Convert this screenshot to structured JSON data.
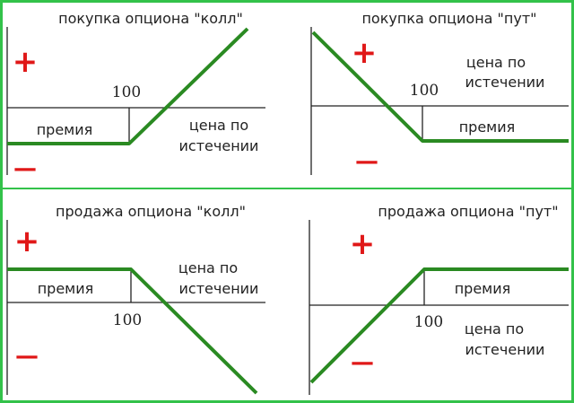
{
  "colors": {
    "frame": "#33c24a",
    "payoff": "#2a8a22",
    "axis": "#222222",
    "sign": "#e01818",
    "text": "#222222"
  },
  "panels": [
    {
      "id": "long-call",
      "title": "покупка опциона \"колл\"",
      "strike_label": "100",
      "premium_label": "премия",
      "expiry_label": [
        "цена по",
        "истечении"
      ],
      "plus": "+",
      "minus": "—"
    },
    {
      "id": "long-put",
      "title": "покупка опциона \"пут\"",
      "strike_label": "100",
      "premium_label": "премия",
      "expiry_label": [
        "цена по",
        "истечении"
      ],
      "plus": "+",
      "minus": "—"
    },
    {
      "id": "short-call",
      "title": "продажа опциона \"колл\"",
      "strike_label": "100",
      "premium_label": "премия",
      "expiry_label": [
        "цена по",
        "истечении"
      ],
      "plus": "+",
      "minus": "—"
    },
    {
      "id": "short-put",
      "title": "продажа опциона \"пут\"",
      "strike_label": "100",
      "premium_label": "премия",
      "expiry_label": [
        "цена по",
        "истечении"
      ],
      "plus": "+",
      "minus": "—"
    }
  ]
}
